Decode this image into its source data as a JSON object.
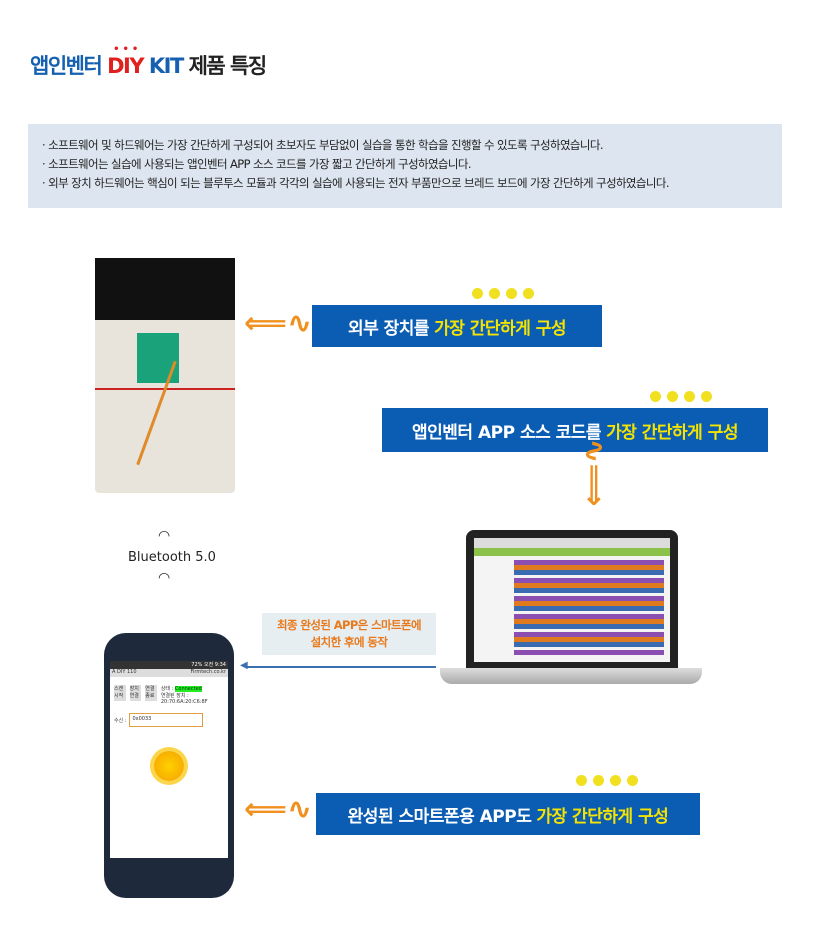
{
  "title": {
    "part1": "앱인벤터",
    "part2": "DIY",
    "part3": "KIT",
    "part4": "제품 특징",
    "dots": "•••"
  },
  "info": [
    "· 소프트웨어 및 하드웨어는 가장 간단하게 구성되어 초보자도 부담없이 실습을 통한 학습을 진행할 수 있도록 구성하였습니다.",
    "· 소프트웨어는 실습에 사용되는 앱인벤터 APP 소스 코드를 가장 짧고 간단하게 구성하였습니다.",
    "· 외부 장치 하드웨어는 핵심이 되는 블루투스 모듈과 각각의 실습에 사용되는 전자 부품만으로 브레드 보드에 가장 간단하게 구성하였습니다."
  ],
  "banner1": {
    "text": "외부 장치를",
    "highlight": "가장 간단하게 구성"
  },
  "banner2": {
    "text": "앱인벤터 APP 소스 코드를",
    "highlight": "가장 간단하게 구성"
  },
  "banner3": {
    "text": "완성된 스마트폰용 APP도",
    "highlight": "가장 간단하게 구성"
  },
  "bluetooth": "Bluetooth 5.0",
  "callout": {
    "line1": "최종 완성된 APP은 스마트폰에",
    "line2": "설치한 후에 동작"
  },
  "phone": {
    "status": "72% 오전 9:34",
    "app": "A DIY 110",
    "site": "Firmtech.co.kr",
    "buttons": [
      "스캔 시작",
      "장치 연결",
      "연결 종료"
    ],
    "state_label": "상태 :",
    "state": "Connected",
    "device_label": "연결된 장치 :",
    "device": "20:70:6A:20:C6:8F",
    "recv_label": "수신 :",
    "recv": "0x0033"
  },
  "colors": {
    "accent": "#0b5db4",
    "highlight": "#f5e400",
    "orange": "#f0901e"
  }
}
